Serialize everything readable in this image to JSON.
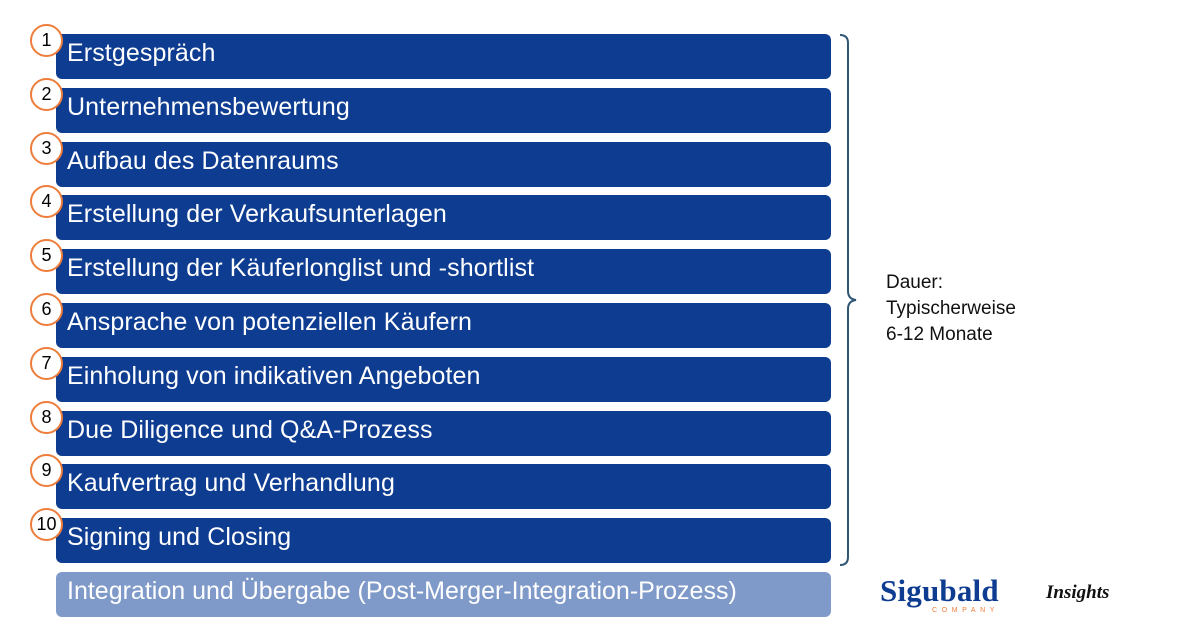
{
  "steps": [
    {
      "number": "1",
      "label": "Erstgespräch"
    },
    {
      "number": "2",
      "label": "Unternehmensbewertung"
    },
    {
      "number": "3",
      "label": "Aufbau des Datenraums"
    },
    {
      "number": "4",
      "label": "Erstellung der Verkaufsunterlagen"
    },
    {
      "number": "5",
      "label": "Erstellung der Käuferlonglist und -shortlist"
    },
    {
      "number": "6",
      "label": "Ansprache von potenziellen Käufern"
    },
    {
      "number": "7",
      "label": "Einholung von indikativen Angeboten"
    },
    {
      "number": "8",
      "label": "Due Diligence und Q&A-Prozess"
    },
    {
      "number": "9",
      "label": "Kaufvertrag und Verhandlung"
    },
    {
      "number": "10",
      "label": "Signing und Closing"
    }
  ],
  "final_step": {
    "label": "Integration und Übergabe (Post-Merger-Integration-Prozess)"
  },
  "duration": {
    "line1": "Dauer:",
    "line2": "Typischerweise",
    "line3": "6-12 Monate"
  },
  "brand": {
    "name": "Sigubald",
    "subtitle": "COMPANY",
    "tagline": "Insights"
  },
  "colors": {
    "step_fill": "#0d3c91",
    "final_fill": "#7f9ac9",
    "circle_border": "#ee7d3b",
    "bracket": "#2f5673"
  }
}
